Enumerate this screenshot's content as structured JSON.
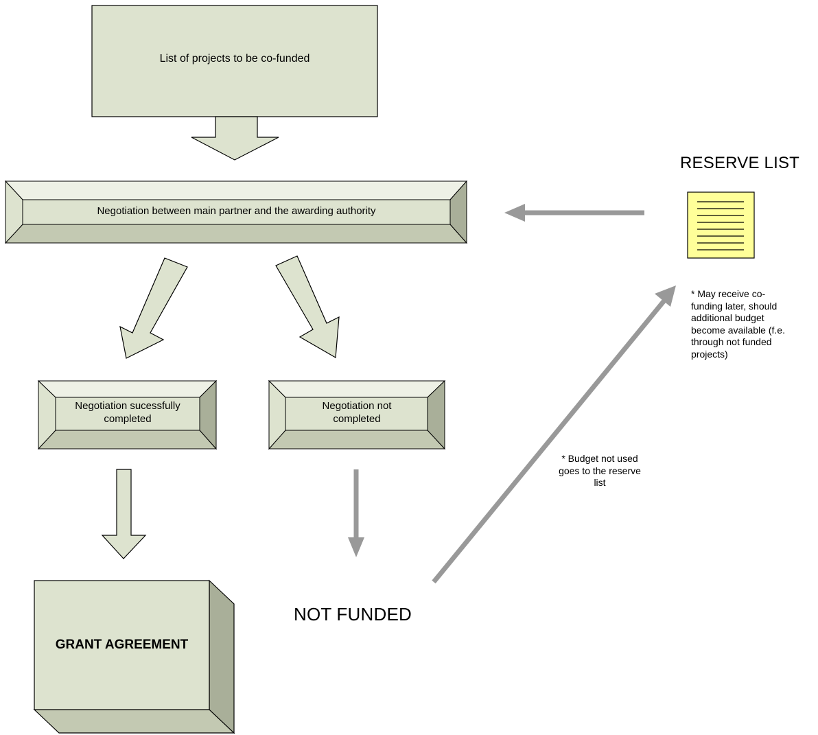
{
  "top_box": {
    "label": "List of projects to be co-funded"
  },
  "negotiation_bar": {
    "label": "Negotiation between main partner and the awarding authority"
  },
  "success_box": {
    "label": "Negotiation sucessfully completed"
  },
  "not_completed_box": {
    "label": "Negotiation not completed"
  },
  "grant": {
    "label": "GRANT AGREEMENT"
  },
  "not_funded": {
    "label": "NOT FUNDED"
  },
  "reserve": {
    "title": "RESERVE LIST",
    "note": "* May receive co-funding later, should additional budget become available (f.e. through not funded projects)"
  },
  "budget_note": "* Budget not used goes to the reserve list",
  "colors": {
    "fill": "#dde3cf",
    "fill_light": "#eef1e6",
    "fill_dark": "#c3c9b2",
    "fill_darker": "#a9af99",
    "stroke": "#000000",
    "gray_arrow": "#999999",
    "note_yellow": "#ffff99"
  }
}
